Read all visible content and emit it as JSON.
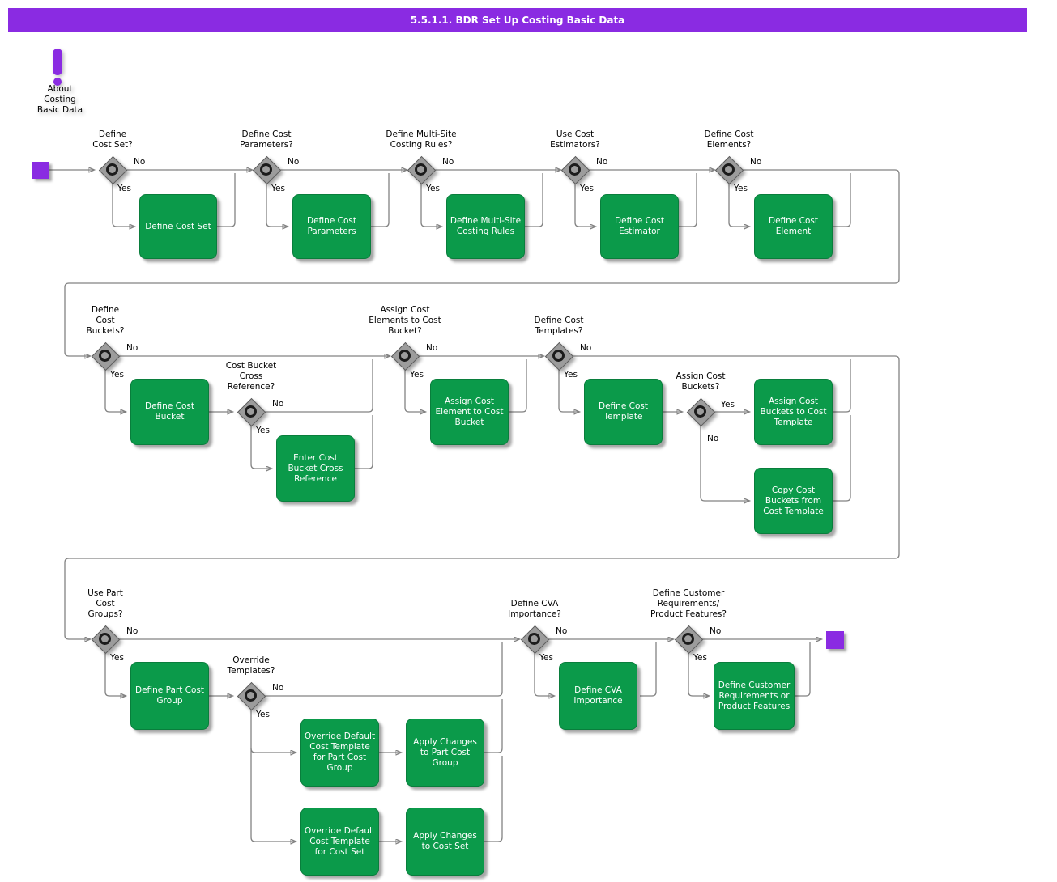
{
  "title": "5.5.1.1. BDR Set Up Costing Basic Data",
  "about": {
    "label": "About Costing Basic Data"
  },
  "edge_labels": {
    "yes": "Yes",
    "no": "No"
  },
  "decisions": [
    {
      "id": "define-cost-set",
      "label": "Define Cost Set?"
    },
    {
      "id": "define-cost-parameters",
      "label": "Define Cost Parameters?"
    },
    {
      "id": "define-multi-site-rules",
      "label": "Define Multi-Site Costing Rules?"
    },
    {
      "id": "use-cost-estimators",
      "label": "Use Cost Estimators?"
    },
    {
      "id": "define-cost-elements",
      "label": "Define Cost Elements?"
    },
    {
      "id": "define-cost-buckets",
      "label": "Define Cost Buckets?"
    },
    {
      "id": "cost-bucket-cross-reference",
      "label": "Cost Bucket Cross Reference?"
    },
    {
      "id": "assign-cost-elements",
      "label": "Assign Cost Elements to Cost Bucket?"
    },
    {
      "id": "define-cost-templates",
      "label": "Define Cost Templates?"
    },
    {
      "id": "assign-cost-buckets",
      "label": "Assign Cost Buckets?"
    },
    {
      "id": "use-part-cost-groups",
      "label": "Use Part Cost Groups?"
    },
    {
      "id": "override-templates",
      "label": "Override Templates?"
    },
    {
      "id": "define-cva-importance-q",
      "label": "Define CVA Importance?"
    },
    {
      "id": "define-customer-reqs-q",
      "label": "Define Customer Requirements/ Product Features?"
    }
  ],
  "tasks": [
    {
      "id": "define-cost-set",
      "label": "Define Cost Set"
    },
    {
      "id": "define-cost-parameters",
      "label": "Define Cost Parameters"
    },
    {
      "id": "define-multi-site-costing-rules",
      "label": "Define Multi-Site Costing Rules"
    },
    {
      "id": "define-cost-estimator",
      "label": "Define Cost Estimator"
    },
    {
      "id": "define-cost-element",
      "label": "Define Cost Element"
    },
    {
      "id": "define-cost-bucket",
      "label": "Define Cost Bucket"
    },
    {
      "id": "enter-cost-bucket-cross-reference",
      "label": "Enter Cost Bucket Cross Reference"
    },
    {
      "id": "assign-cost-element-to-cost-bucket",
      "label": "Assign Cost Element to Cost Bucket"
    },
    {
      "id": "define-cost-template",
      "label": "Define Cost Template"
    },
    {
      "id": "assign-cost-buckets-to-cost-template",
      "label": "Assign Cost Buckets to Cost Template"
    },
    {
      "id": "copy-cost-buckets-from-cost-template",
      "label": "Copy Cost Buckets from Cost Template"
    },
    {
      "id": "define-part-cost-group",
      "label": "Define Part Cost Group"
    },
    {
      "id": "override-default-cost-template-for-part-cost-group",
      "label": "Override Default Cost Template for Part Cost Group"
    },
    {
      "id": "apply-changes-to-part-cost-group",
      "label": "Apply Changes to Part Cost Group"
    },
    {
      "id": "override-default-cost-template-for-cost-set",
      "label": "Override Default Cost Template for Cost Set"
    },
    {
      "id": "apply-changes-to-cost-set",
      "label": "Apply Changes to Cost Set"
    },
    {
      "id": "define-cva-importance",
      "label": "Define CVA Importance"
    },
    {
      "id": "define-customer-requirements-or-product-features",
      "label": "Define Customer Requirements or Product Features"
    }
  ],
  "colors": {
    "accent": "#8A2BE2",
    "task_fill": "#0B9A4A",
    "diamond_fill": "#9C9C9C",
    "line": "#828282"
  }
}
